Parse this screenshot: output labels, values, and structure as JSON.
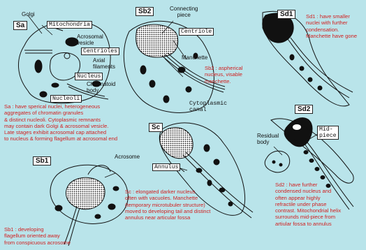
{
  "labels": {
    "golgi": "Golgi",
    "mitochondria": "Mitochondria",
    "acrosomal_vesicle": "Acrosomal\nvesicle",
    "centrioles": "Centrioles",
    "axial_filaments": "Axial\nfilaments",
    "nucleus": "Nucleus",
    "chromatoid_body": "Chromatoid\nbody",
    "nucleoli": "Nucleoli",
    "connecting_piece": "Connecting\npiece",
    "centriole": "Centriole",
    "manchette": "Manchette",
    "cytoplasmic_canal": "Cytoplasmic\ncanal",
    "acrosome": "Acrosome",
    "annulus": "Annulus",
    "residual_body": "Residual\nbody",
    "mid_piece": "Mid-\npiece"
  },
  "stages": {
    "sa": "Sa",
    "sb2": "Sb2",
    "sd1": "Sd1",
    "sd2": "Sd2",
    "sc": "Sc",
    "sb1": "Sb1"
  },
  "descriptions": {
    "sa": "Sa : have sperical nuclei, heterogeneous\naggregates of chromatin granules\n& distinct nucleoli. Cytoplasmic remnants\nmay contain dark Golgi & acrosomal vesicle.\nLate stages exhibit acrosomal cap attached\nto nucleus & forming flagellum at acrosomal end",
    "sb2": "Sb2 : aspherical\nnucleus, visable\nmanchette.",
    "sd1": "Sd1 : have smaller\nnuclei with further\ncondensation.\nManchette have gone",
    "sc": "Sc : elongated darker nucleus\noften with vacuoles. Manchette\n(temporary microtubuler structure)\nmoved to developing tail and distinct\nannulus near articular fossa",
    "sd2": "Sd2 : have further\ncondensed nucleus and\noften appear highly\nrefractile under phase\ncontrast. Mitochondrial helix\nsurrounds mid-piece from\nartiular fossa to annulus",
    "sb1": "Sb1 : developing\nflagellum oriented away\nfrom conspicuous acrosome"
  },
  "colors": {
    "background": "#b9e4ea",
    "description_text": "#d21f1f",
    "outline": "#111111"
  }
}
